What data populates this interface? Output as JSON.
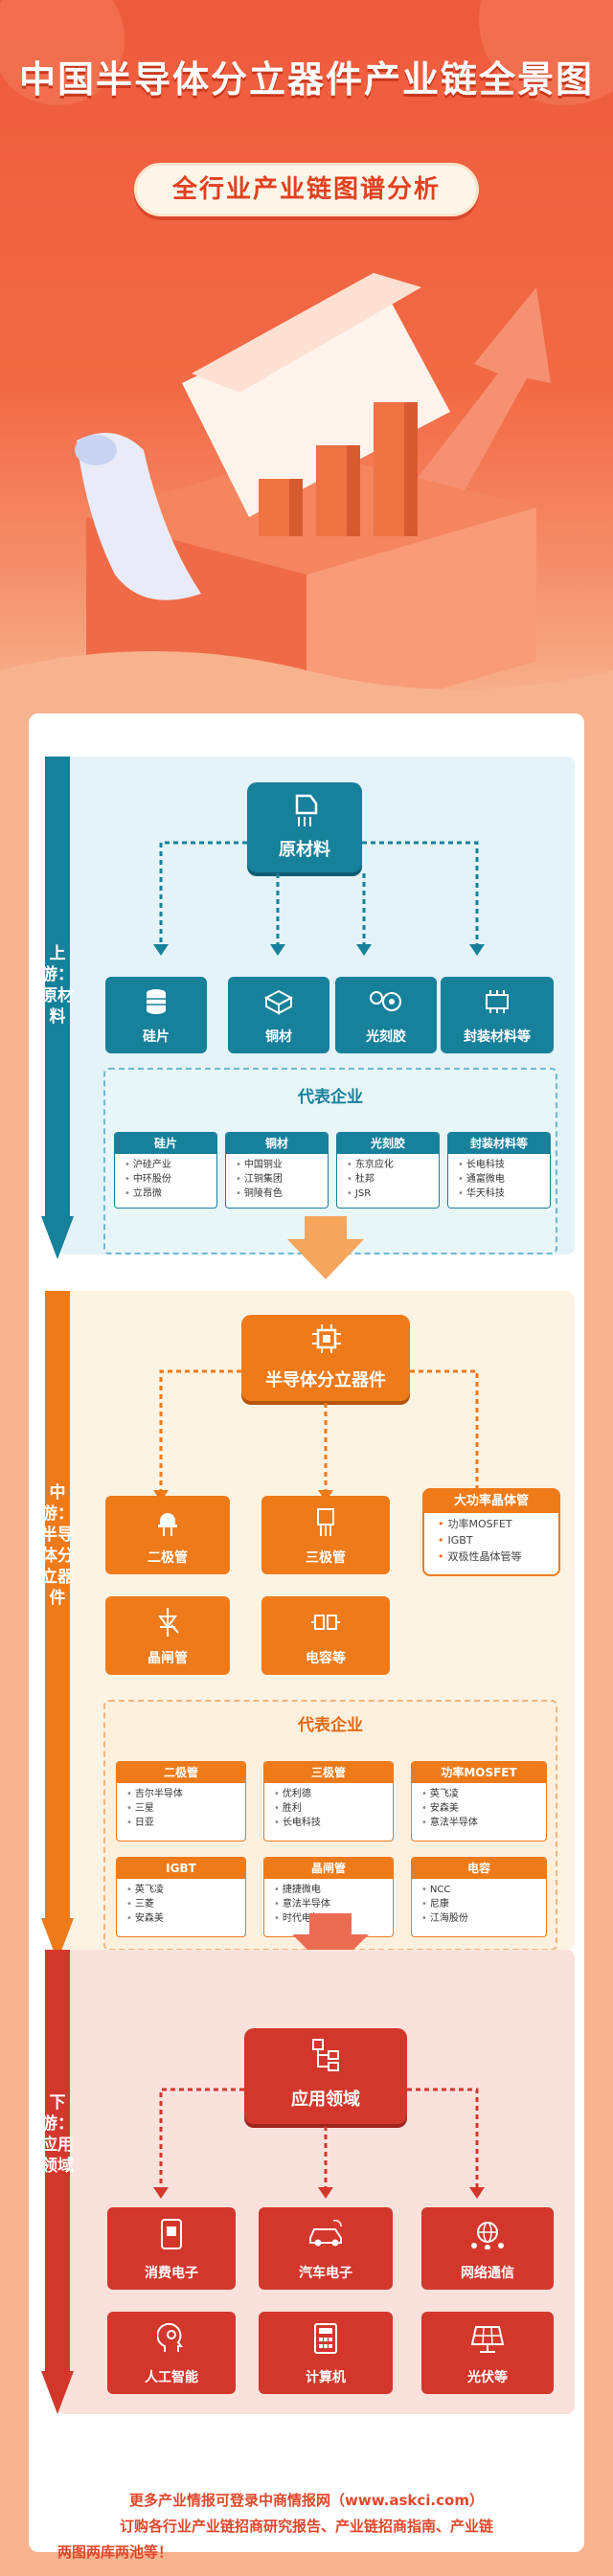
{
  "title": "中国半导体分立器件产业链全景图",
  "subtitle": "全行业产业链图谱分析",
  "colors": {
    "upstream": "#17809b",
    "midstream": "#ef7a1a",
    "downstream": "#d3372c",
    "footer_text": "#e0472a"
  },
  "upstream": {
    "side_label": "上游：原材料",
    "hub": {
      "label": "原材料",
      "icon": "raw-material-icon"
    },
    "items": [
      {
        "label": "硅片",
        "icon": "wafer-icon"
      },
      {
        "label": "铜材",
        "icon": "copper-icon"
      },
      {
        "label": "光刻胶",
        "icon": "photoresist-icon"
      },
      {
        "label": "封装材料等",
        "icon": "package-icon"
      }
    ],
    "rep_title": "代表企业",
    "companies": [
      {
        "name": "硅片",
        "list": [
          "沪硅产业",
          "中环股份",
          "立昂微"
        ]
      },
      {
        "name": "铜材",
        "list": [
          "中国铜业",
          "江铜集团",
          "铜陵有色"
        ]
      },
      {
        "name": "光刻胶",
        "list": [
          "东京应化",
          "杜邦",
          "JSR"
        ]
      },
      {
        "name": "封装材料等",
        "list": [
          "长电科技",
          "通富微电",
          "华天科技"
        ]
      }
    ]
  },
  "midstream": {
    "side_label": "中游：半导体分立器件",
    "hub": {
      "label": "半导体分立器件",
      "icon": "chip-icon"
    },
    "items": [
      {
        "label": "二极管",
        "icon": "diode-icon"
      },
      {
        "label": "三极管",
        "icon": "transistor-icon"
      },
      {
        "label": "晶闸管",
        "icon": "thyristor-icon"
      },
      {
        "label": "电容等",
        "icon": "capacitor-icon"
      }
    ],
    "power": {
      "label": "大功率晶体管",
      "list": [
        "功率MOSFET",
        "IGBT",
        "双极性晶体管等"
      ]
    },
    "rep_title": "代表企业",
    "companies": [
      {
        "name": "二极管",
        "list": [
          "吉尔半导体",
          "三星",
          "日亚"
        ]
      },
      {
        "name": "三极管",
        "list": [
          "优利德",
          "胜利",
          "长电科技"
        ]
      },
      {
        "name": "功率MOSFET",
        "list": [
          "英飞凌",
          "安森美",
          "意法半导体"
        ]
      },
      {
        "name": "IGBT",
        "list": [
          "英飞凌",
          "三菱",
          "安森美"
        ]
      },
      {
        "name": "晶闸管",
        "list": [
          "捷捷微电",
          "意法半导体",
          "时代电气"
        ]
      },
      {
        "name": "电容",
        "list": [
          "NCC",
          "尼康",
          "江海股份"
        ]
      }
    ]
  },
  "downstream": {
    "side_label": "下游：应用领域",
    "hub": {
      "label": "应用领域",
      "icon": "application-icon"
    },
    "items": [
      {
        "label": "消费电子",
        "icon": "phone-icon"
      },
      {
        "label": "汽车电子",
        "icon": "car-icon"
      },
      {
        "label": "网络通信",
        "icon": "network-icon"
      },
      {
        "label": "人工智能",
        "icon": "ai-head-icon"
      },
      {
        "label": "计算机",
        "icon": "calculator-icon"
      },
      {
        "label": "光伏等",
        "icon": "solar-panel-icon"
      }
    ]
  },
  "footer": {
    "line1": "更多产业情报可登录中商情报网（www.askci.com）",
    "line2": "订购各行业产业链招商研究报告、产业链招商指南、产业链",
    "line3": "两图两库两池等！"
  }
}
